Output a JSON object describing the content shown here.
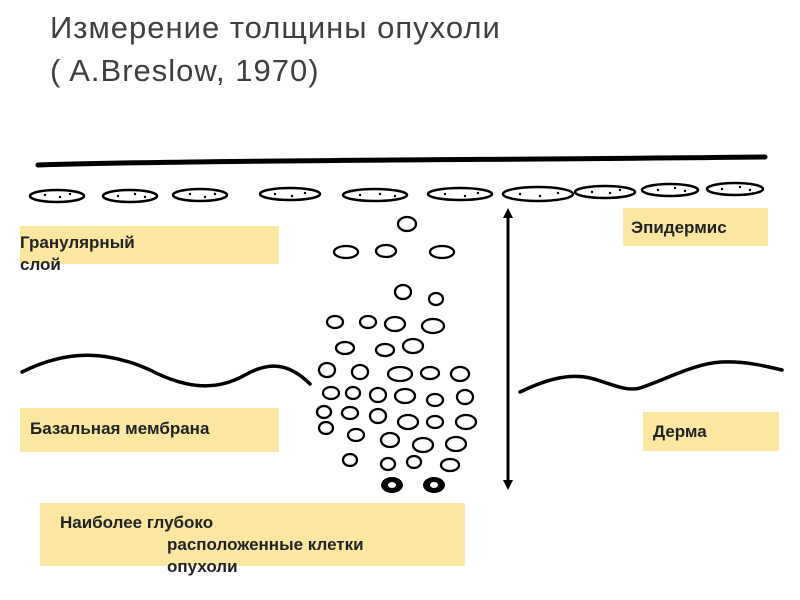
{
  "title": {
    "line1": "Измерение толщины опухоли",
    "line2": "( A.Breslow, 1970)"
  },
  "labels": {
    "granular": [
      "Гранулярный",
      "слой"
    ],
    "epidermis": "Эпидермис",
    "basal_membrane": "Базальная мембрана",
    "dermis": "Дерма",
    "deepest_cells": [
      "Наиболее глубоко",
      "расположенные клетки",
      "опухоли"
    ]
  },
  "colors": {
    "label_background": "#fbe7a1",
    "ink": "#000000",
    "title_text": "#3f3f3f"
  }
}
